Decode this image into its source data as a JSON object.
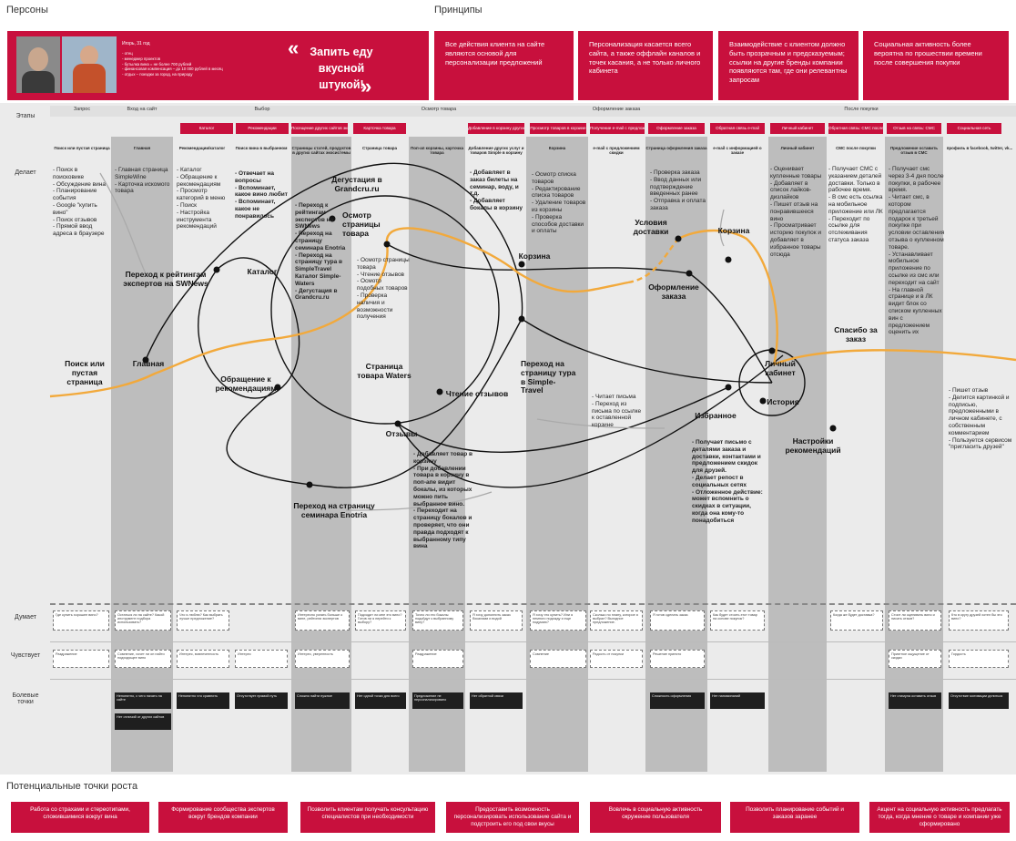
{
  "sections": {
    "personas": "Персоны",
    "principles": "Принципы",
    "growth_title": "Потенциальные точки роста"
  },
  "persona": {
    "name_line": "Игорь, 31 год",
    "details": "- отец\n- менеджер проектов\n- бутылка вина = не более 700 рублей\n- финансовая компенсация – до 10 000 рублей в месяц\n- отдых – поездки за город, на природу",
    "slogan": "Запить еду вкусной штукой!",
    "quote_open": "«",
    "quote_close": "»"
  },
  "principles": [
    "Все действия клиента на сайте являются основой для персонализации предложений",
    "Персонализация касается всего сайта, а также оффлайн каналов и точек касания, а не только личного кабинета",
    "Взаимодействие с клиентом должно быть прозрачным и предсказуемым; ссылки на другие бренды компании появляются там, где они релевантны запросам",
    "Социальная активность более вероятна по прошествии времени после совершения покупки"
  ],
  "rows": {
    "stages": "Этапы",
    "does": "Делает",
    "thinks": "Думает",
    "feels": "Чувствует",
    "pains": "Болевые точки"
  },
  "stages": [
    "Запрос",
    "Вход на сайт",
    "Выбор",
    "Осмотр товара",
    "Оформление заказа",
    "После покупки"
  ],
  "substages": [
    "Каталог",
    "Рекомендации",
    "Посещение других сайтов экосистемы Simple",
    "Карточка товара",
    "Добавление в корзину других услуг/товаров",
    "Просмотр товаров в корзине",
    "Получение e-mail с предложением скидки",
    "Оформление заказа",
    "Обратная связь e-mail",
    "Личный кабинет",
    "Обратная связь: СМС после покупки",
    "Отзыв на связь: СМС",
    "Социальная сеть"
  ],
  "columns": [
    "Поиск или пустая страница",
    "Главная",
    "Рекомендации/каталог",
    "Поиск вина в выбранном",
    "Страницы статей, продуктов в других сайтах экосистемы",
    "Страница товара",
    "Поп-ап корзины, карточка товара",
    "Добавление других услуг и товаров Simple в корзину",
    "Корзина",
    "e-mail с предложением скидки",
    "Страница оформления заказа",
    "e-mail с информацией о заказе",
    "Личный кабинет",
    "СМС после покупки",
    "Предложение оставить отзыв в СМС",
    "профиль в facebook, twitter, vk..."
  ],
  "does": [
    "- Поиск в поисковике\n- Обсуждение вина\n- Планирование события\n- Google \"купить вино\"\n- Поиск отзывов\n- Прямой ввод адреса в браузере",
    "- Главная страница SimpleWine\n- Карточка искомого товара",
    "- Каталог\n- Обращение к рекомендациям\n- Просмотр категорий в меню\n- Поиск\n- Настройка инструмента рекомендаций",
    "- Отвечает на вопросы\n- Вспоминает, какое вино любит\n- Вспоминает, какое не понравилось",
    "- Переход к рейтингам экспертов на SWNews\n- Переход на страницу семинара Enotria\n- Переход на страницу тура в SimpleTravel\nКаталог Simple-Waters\n- Дегустация в Grandcru.ru",
    "- Осмотр страницы товара\n- Чтение отзывов\n- Осмотр подобных товаров\n- Проверка наличия и возможности получения",
    "- Добавляет в заказ билеты на семинар, воду, и т.д.\n- Добавляет бокалы в корзину",
    "- Осмотр списка товаров\n- Редактирование списка товаров\n- Удаление товаров из корзины\n- Проверка способов доставки и оплаты",
    "- Проверка заказа\n- Ввод данных или подтверждение введенных ранее\n- Отправка и оплата заказа",
    "- Оценивает купленные товары\n- Добавляет в список лайков-дизлайков\n- Пишет отзыв на понравившееся вино\n- Просматривает историю покупок и добавляет в избранное товары отсюда",
    "- Получает СМС с указанием деталей доставки. Только в рабочее время.\n- В смс есть ссылка на мобильное приложение или ЛК\n- Переходит по ссылке для отслеживания статуса заказа",
    "- Получает смс через 3-4 дня после покупки, в рабочее время.\n- Читает смс, в котором предлагается подарок к третьей покупке при условии оставления отзыва о купленном товаре.\n- Устанавливает мобильное приложение по ссылке из смс или переходит на сайт\n- На главной странице и в ЛК видит блок со списком купленных вин с предложением оценить их",
    "- Пишет отзыв\n- Делится картинкой и подписью, предложенными в личном кабинете, с собственным комментарием\n- Пользуется сервисом \"пригласить друзей\"",
    "- Читает письма\n- Переход из письма по ссылке к оставленной корзине",
    "- Получает письмо с деталями заказа и доставки, контактами и предложением скидок для друзей.\n- Делает репост в социальных сетях\n- Отложенное действие: может вспомнить о скидках в ситуации, когда она кому-то понадобиться",
    "- Добавляет товар в корзину\n- При добавлении товара в корзину в поп-апе видит бокалы, из которых можно пить выбранное вино.\n- Переходит на страницу бокалов и проверяет, что они правда подходят к выбранному типу вина"
  ],
  "nodes": [
    "Поиск или пустая страница",
    "Главная",
    "Переход к рейтингам экспертов на SWNews",
    "Каталог",
    "Обращение к рекомендациям",
    "Дегустация в Grandcru.ru",
    "Осмотр страницы товара",
    "Страница товара Waters",
    "Чтение отзывов",
    "Отзывы",
    "Переход на страницу семинара Enotria",
    "Корзина",
    "Переход на страницу тура в Simple-Travel",
    "Условия доставки",
    "Оформление заказа",
    "Корзина",
    "Спасибо за заказ",
    "Личный кабинет",
    "История",
    "Избранное",
    "Настройки рекомендаций"
  ],
  "thinks": [
    "Где купить хорошее вино?",
    "Остаться ли на сайте? Какой инструмент подбора использовать?",
    "Что я люблю? Как выбрать лучше предложение?",
    "Интересно узнать больше о вине, рейтинги экспертов",
    "Подходит ли мне это вино? Готов ли я перейти к выбору?",
    "Точно ли это бокалы подойдут к выбранному вину?",
    "Я хочу дополнить заказ бокалами и водой",
    "Я хочу это купить? Или я немного подожду и еще подумаю?",
    "Сколько по плану, которое я выбрал? Выгодное предложение.",
    "Я готов сделать заказ",
    "Как будет стоить этот товар на основе покупок?",
    "Когда же будет доставка?",
    "Стоит ли оценивать вино и писать отзыв?",
    "Кто в кругу друзей хотел бы это вино?"
  ],
  "feels": [
    "Раздражение",
    "Сомнение, хочет ли он найти подходящее вино",
    "Интерес, вовлеченность",
    "Интерес",
    "Интерес, уверенность",
    "Раздражение",
    "Сомнение",
    "Радость от покупки",
    "Решение принято",
    "Приятное ощущение от скидки",
    "Гордость"
  ],
  "pains": [
    "Непонятно, с чего начать на сайте",
    "Нет отличий от других сайтов",
    "Непонятно что сравнить",
    "Отсутствует прямой путь",
    "Сложно найти нужное",
    "Нет одной точки для всего",
    "Предложение не персонализировано",
    "Нет обратной связи",
    "Сложность оформления",
    "Нет напоминаний",
    "Нет стимула оставить отзыв",
    "Отсутствие мотивации делиться"
  ],
  "growth": [
    "Работа со страхами и стереотипами, сложившимися вокруг вина",
    "Формирование сообщества экспертов вокруг брендов компании",
    "Позволить клиентам получать консультацию специалистов при необходимости",
    "Предоставить возможность персонализировать использование сайта и подстроить его под свои вкусы",
    "Вовлечь в социальную активность окружение пользователя",
    "Позволить планирование событий и заказов заранее",
    "Акцент на социальную активность предлагать тогда, когда мнение о товаре и компании уже сформировано"
  ],
  "colors": {
    "accent": "#c8103d",
    "path_orange": "#f2a93b",
    "grey_column": "#bdbdbd",
    "pain_bg": "#1f1f1f"
  }
}
